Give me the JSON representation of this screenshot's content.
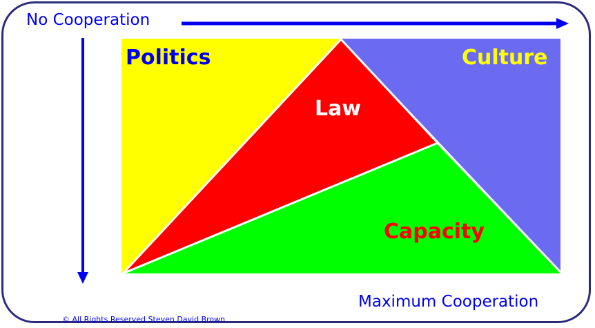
{
  "axes": {
    "top_label": "No Cooperation",
    "bottom_label": "Maximum Cooperation"
  },
  "regions": {
    "politics": "Politics",
    "culture": "Culture",
    "law": "Law",
    "capacity": "Capacity"
  },
  "colors": {
    "politics": "#ffff00",
    "culture": "#6b6bf2",
    "law": "#ff0000",
    "capacity": "#00ff00",
    "axis": "#0000ee"
  },
  "footer": {
    "copyright": "© All Rights Reserved Steven David Brown"
  }
}
